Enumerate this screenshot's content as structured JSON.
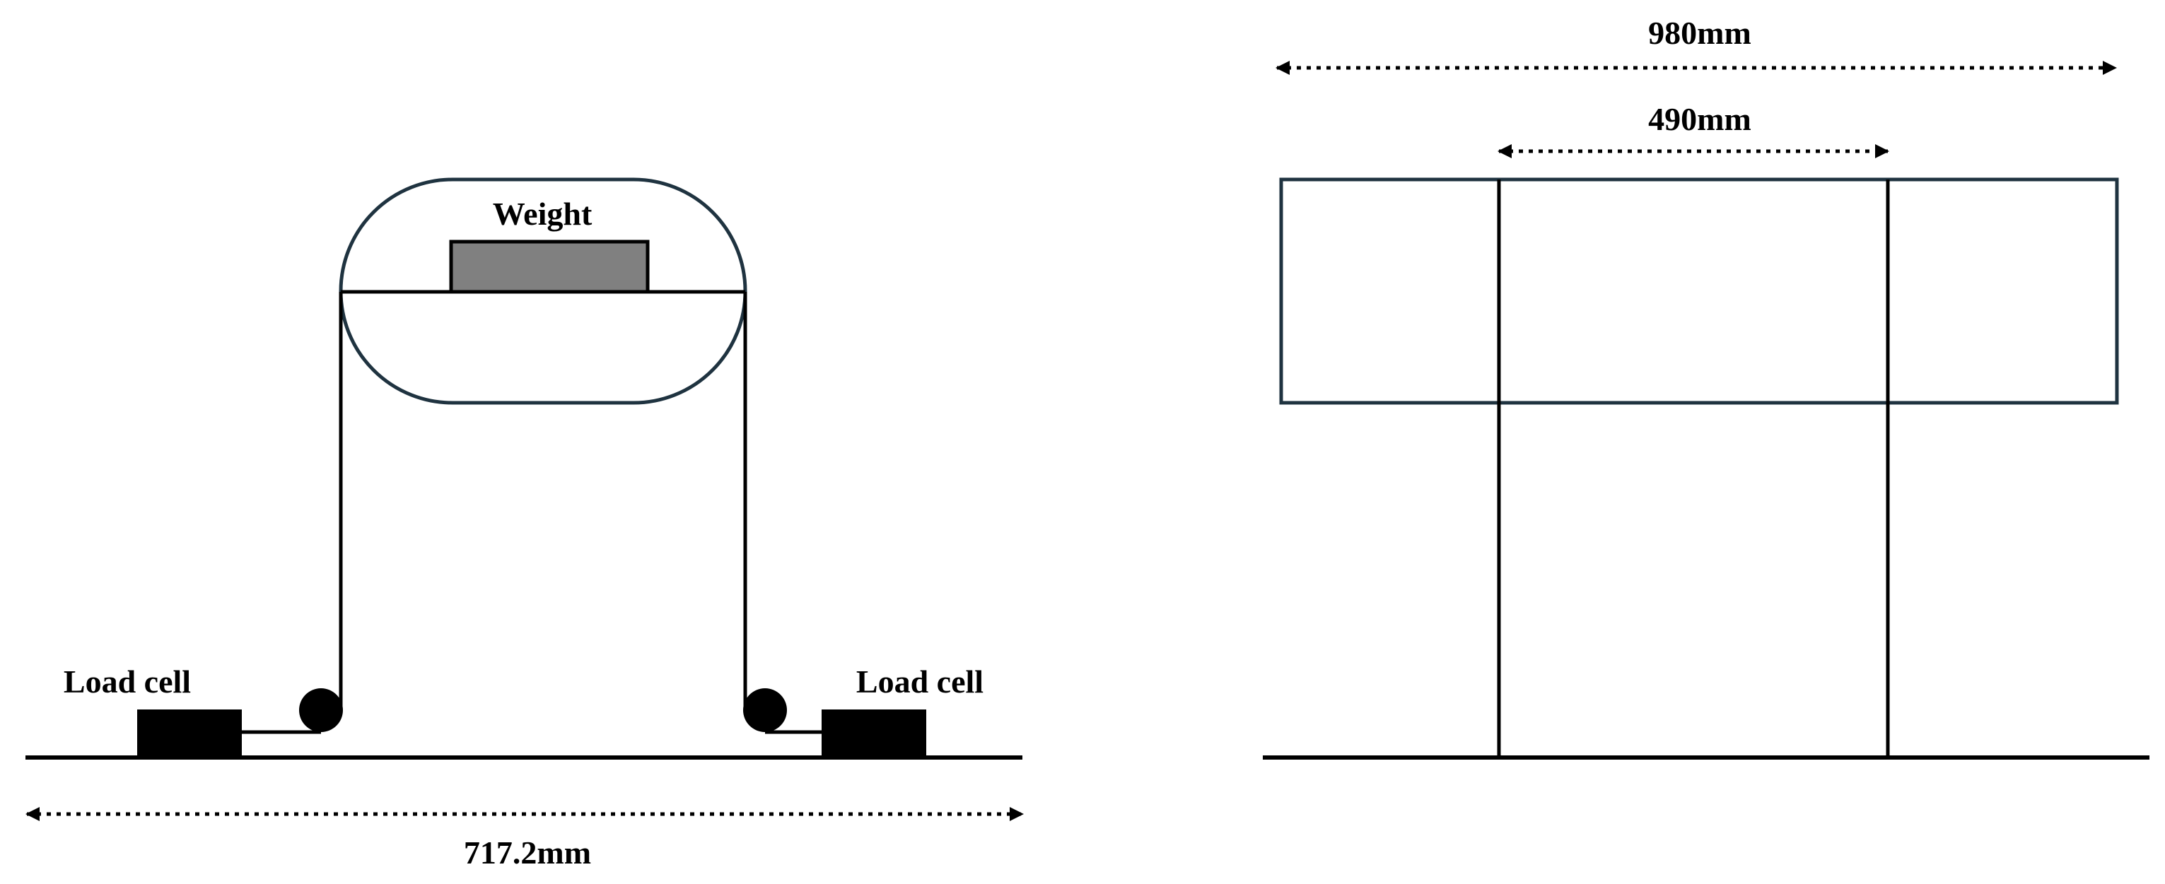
{
  "left_diagram": {
    "weight_label": "Weight",
    "load_cell_left_label": "Load cell",
    "load_cell_right_label": "Load cell",
    "width_dimension": "717.2mm"
  },
  "right_diagram": {
    "overall_width_dimension": "980mm",
    "inner_width_dimension": "490mm"
  },
  "colors": {
    "line": "#000000",
    "drum_outline": "#1f3340",
    "weight_fill": "#808080",
    "background": "#ffffff"
  }
}
